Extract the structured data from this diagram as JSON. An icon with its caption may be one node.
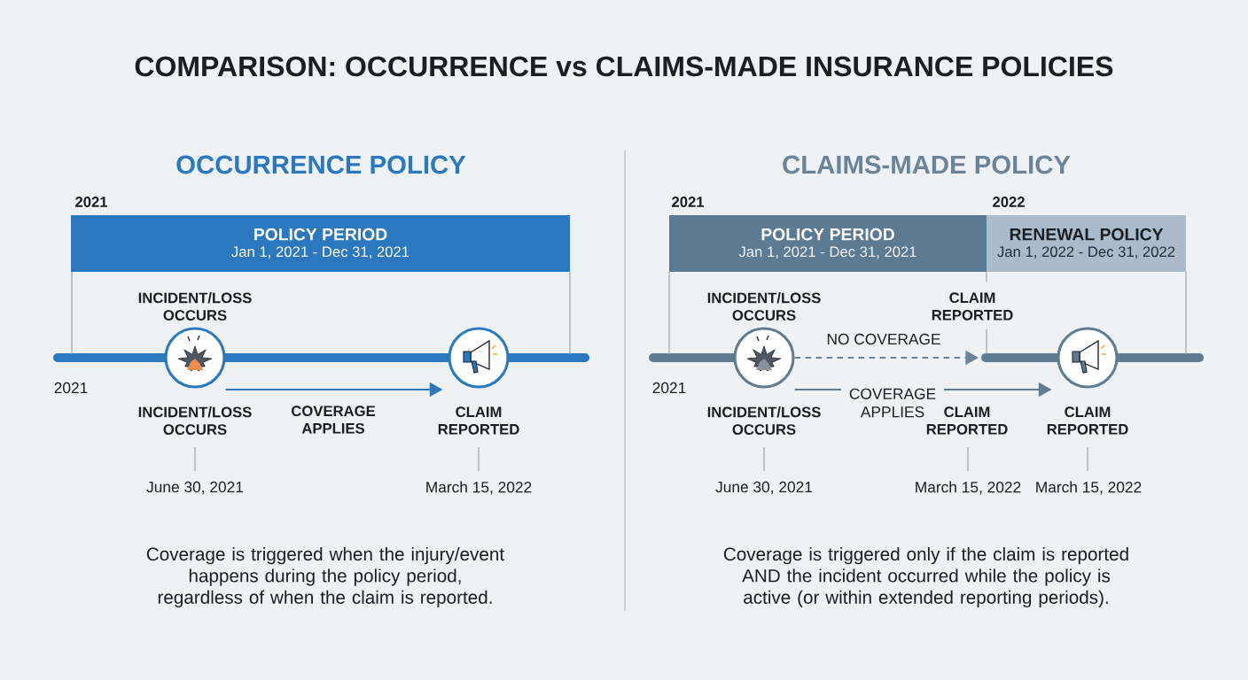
{
  "diagram": {
    "title": "COMPARISON: OCCURRENCE vs CLAIMS-MADE INSURANCE POLICIES",
    "nodes": [
      {
        "text": [
          "POLICY PERIOD",
          "Jan 1, 2021 - Dec 31, 2021"
        ]
      },
      {
        "text": [],
        "shape": "circle",
        "beside": [
          "INCIDENT/LOSS OCCURS",
          "INCIDENT/LOSS OCCURS",
          "June 30, 2021"
        ]
      },
      {
        "text": [],
        "shape": "circle",
        "beside": [
          "CLAIM REPORTED",
          "March 15, 2022"
        ]
      },
      {
        "text": [
          "POLICY PERIOD",
          "Jan 1, 2021 - Dec 31, 2021"
        ]
      },
      {
        "text": [
          "RENEWAL POLICY",
          "Jan 1, 2022 - Dec 31, 2022"
        ]
      },
      {
        "text": [],
        "shape": "circle",
        "beside": [
          "INCIDENT/LOSS OCCURS",
          "INCIDENT/LOSS OCCURS",
          "June 30, 2021"
        ]
      },
      {
        "text": [],
        "shape": "circle",
        "beside": [
          "CLAIM REPORTED",
          "March 15, 2022"
        ]
      }
    ],
    "edges": [
      {
        "from": 1,
        "to": 2,
        "arrow": "to",
        "label": "COVERAGE APPLIES",
        "color": "#2b78be"
      },
      {
        "from": 5,
        "to": null,
        "arrow": "to",
        "label": "NO COVERAGE",
        "style": "dashed",
        "color": "#6b8499"
      },
      {
        "from": 5,
        "to": 6,
        "arrow": "to",
        "label": "COVERAGE APPLIES",
        "color": "#5f7c92"
      }
    ],
    "labels": [
      "OCCURRENCE POLICY",
      "2021",
      "2021",
      "CLAIMS-MADE POLICY",
      "2021",
      "2022",
      "CLAIM REPORTED",
      "2021",
      "CLAIM REPORTED",
      "March 15, 2022",
      "Coverage is triggered when the injury/event happens during the policy period, regardless of when the claim is reported.",
      "Coverage is triggered only if the claim is reported AND the incident occurred while the policy is active (or within extended reporting periods)."
    ]
  }
}
